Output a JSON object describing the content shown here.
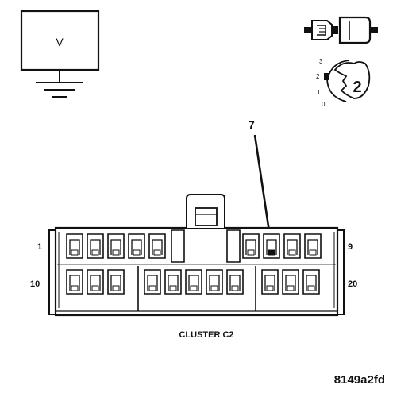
{
  "meter": {
    "symbol": "V"
  },
  "key_indicator": {
    "positions": [
      "3",
      "2",
      "1",
      "0"
    ],
    "key_number": "2"
  },
  "callout": {
    "pin_label": "7",
    "points_to_pin": 7
  },
  "connector": {
    "name": "CLUSTER C2",
    "top_row_start_label": "1",
    "top_row_end_label": "9",
    "bottom_row_start_label": "10",
    "bottom_row_end_label": "20",
    "top_row_pins": 9,
    "bottom_row_pins": 11
  },
  "figure_id": "8149a2fd",
  "colors": {
    "ink": "#111111",
    "background": "#ffffff"
  }
}
